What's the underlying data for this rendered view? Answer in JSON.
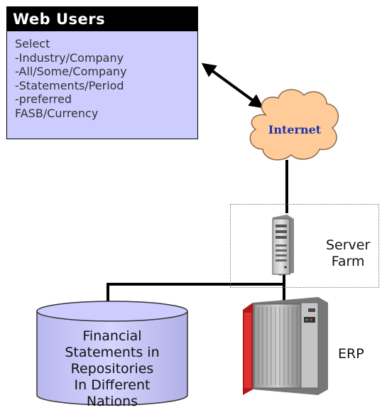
{
  "web_users": {
    "title": "Web Users",
    "lines": [
      "Select",
      "-Industry/Company",
      "-All/Some/Company",
      "-Statements/Period",
      "-preferred",
      "FASB/Currency"
    ]
  },
  "internet": {
    "label": "Internet"
  },
  "server_farm": {
    "line1": "Server",
    "line2": "Farm"
  },
  "erp": {
    "label": "ERP"
  },
  "database": {
    "lines": [
      "Financial",
      "Statements in",
      "Repositories",
      "In Different",
      "Nations"
    ]
  },
  "colors": {
    "box_fill": "#ccccff",
    "cloud_fill": "#ffcc99",
    "internet_text": "#2233aa",
    "cylinder_fill": "#ccccff",
    "erp_red": "#cc2222"
  },
  "icons": [
    "server-icon",
    "erp-mainframe-icon",
    "database-cylinder-icon",
    "cloud-icon"
  ]
}
